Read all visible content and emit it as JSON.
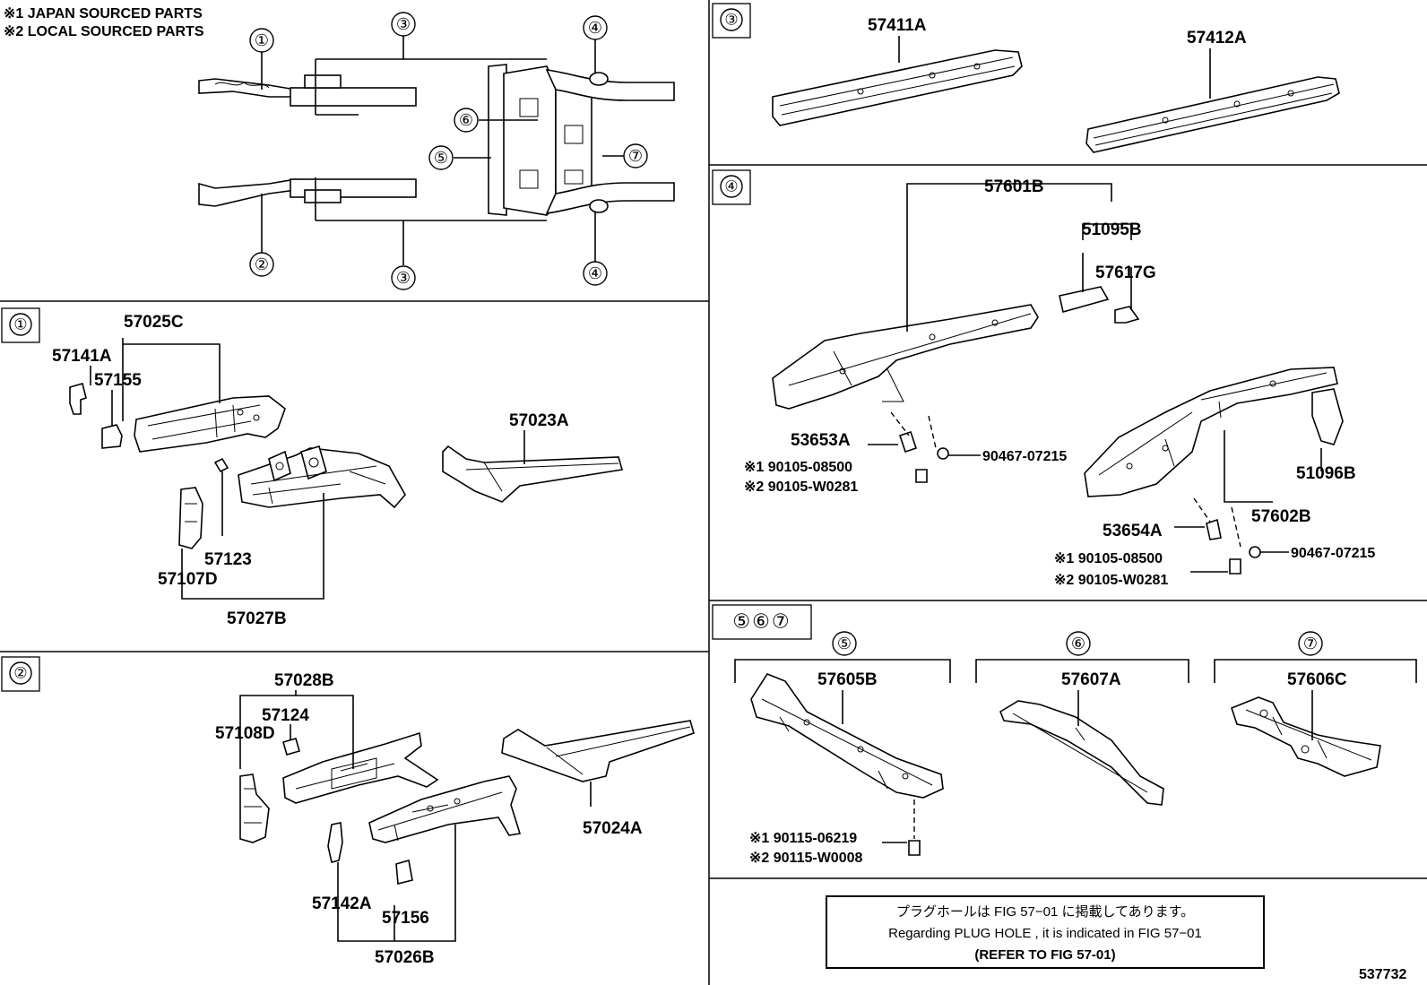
{
  "legend": {
    "line1": "※1 JAPAN SOURCED PARTS",
    "line2": "※2 LOCAL SOURCED PARTS"
  },
  "overview": {
    "callouts": [
      "①",
      "②",
      "③",
      "③",
      "④",
      "④",
      "⑤",
      "⑥",
      "⑦"
    ]
  },
  "sections": {
    "s1": "①",
    "s2": "②",
    "s3": "③",
    "s4": "④",
    "s567": "⑤⑥⑦"
  },
  "sub_headers": {
    "h5": "⑤",
    "h6": "⑥",
    "h7": "⑦"
  },
  "parts": {
    "p57025C": "57025C",
    "p57141A": "57141A",
    "p57155": "57155",
    "p57023A": "57023A",
    "p57123": "57123",
    "p57107D": "57107D",
    "p57027B": "57027B",
    "p57028B": "57028B",
    "p57124": "57124",
    "p57108D": "57108D",
    "p57024A": "57024A",
    "p57142A": "57142A",
    "p57156": "57156",
    "p57026B": "57026B",
    "p57411A": "57411A",
    "p57412A": "57412A",
    "p57601B": "57601B",
    "p51095B": "51095B",
    "p57617G": "57617G",
    "p53653A": "53653A",
    "p90467a": "90467-07215",
    "p90105a1": "※1 90105-08500",
    "p90105a2": "※2 90105-W0281",
    "p51096B": "51096B",
    "p57602B": "57602B",
    "p53654A": "53654A",
    "p90105b1": "※1 90105-08500",
    "p90105b2": "※2 90105-W0281",
    "p90467b": "90467-07215",
    "p57605B": "57605B",
    "p57607A": "57607A",
    "p57606C": "57606C",
    "p90115a": "※1 90115-06219",
    "p90115b": "※2 90115-W0008"
  },
  "note": {
    "line1": "プラグホールは FIG  57−01 に掲載してあります。",
    "line2": "Regarding  PLUG  HOLE , it is indicated in FIG  57−01",
    "line3": "(REFER  TO  FIG  57-01)"
  },
  "figure_id": "537732"
}
